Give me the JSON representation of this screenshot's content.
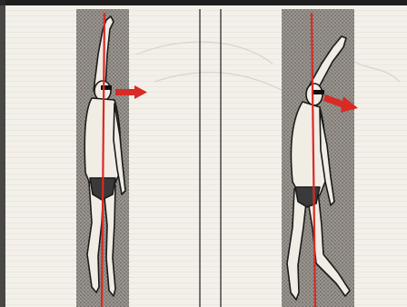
{
  "figures": [
    {
      "name": "left-swimmer",
      "arrow": "right-arrow",
      "axis": "vertical-axis"
    },
    {
      "name": "right-swimmer",
      "arrow": "right-down-arrow",
      "axis": "vertical-axis"
    }
  ],
  "colors": {
    "paper": "#f3f0ea",
    "lane": "#8a8580",
    "figure": "#f1ece4",
    "outline": "#1a1a1a",
    "accent": "#d92a26",
    "divider": "#3b3b3b"
  }
}
